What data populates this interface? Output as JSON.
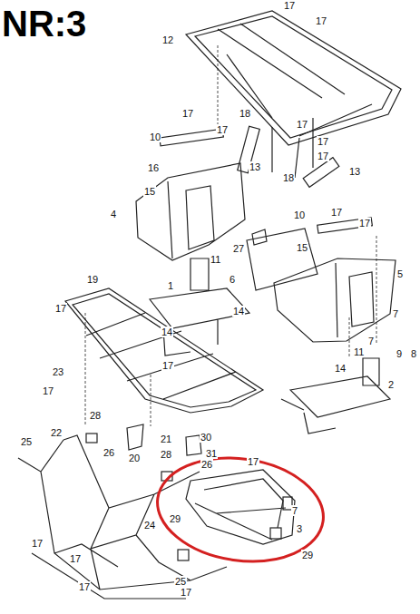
{
  "diagram": {
    "title": "NR:3",
    "labels": [
      "17",
      "17",
      "12",
      "17",
      "18",
      "17",
      "17",
      "10",
      "17",
      "13",
      "16",
      "17",
      "18",
      "13",
      "15",
      "4",
      "10",
      "17",
      "17",
      "27",
      "15",
      "11",
      "5",
      "6",
      "19",
      "1",
      "14",
      "17",
      "7",
      "7",
      "14",
      "11",
      "9",
      "8",
      "14",
      "17",
      "23",
      "2",
      "17",
      "28",
      "21",
      "30",
      "26",
      "20",
      "31",
      "28",
      "22",
      "25",
      "17",
      "26",
      "29",
      "7",
      "24",
      "3",
      "17",
      "17",
      "29",
      "25",
      "17",
      "17"
    ]
  }
}
